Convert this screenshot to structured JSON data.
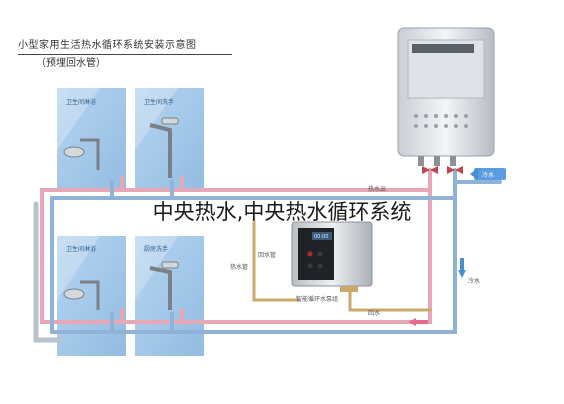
{
  "title": "小型家用生活热水循环系统安装示意图",
  "subtitle": "（预埋回水管）",
  "rooms": {
    "top_left": "卫生间淋浴",
    "top_right": "卫生间洗手",
    "bottom_left": "卫生间淋浴",
    "bottom_right": "厨房洗手"
  },
  "labels": {
    "pump_unit": "智能循环水泵组",
    "hot_water": "热水管",
    "return_water": "回水管",
    "return_flow": "回水",
    "cold_water_in": "冷水",
    "cold_water_side": "冷水",
    "hot_out": "热水出"
  },
  "pump_display": "00:00",
  "overlay_caption": "中央热水,中央热水循环系统",
  "colors": {
    "room_panel": "#9cc3e6",
    "pipe_hot": "#e7a7b6",
    "pipe_cold": "#8fb2d6",
    "pipe_return": "#c9a86a",
    "arrow": "#4a8fd1"
  }
}
